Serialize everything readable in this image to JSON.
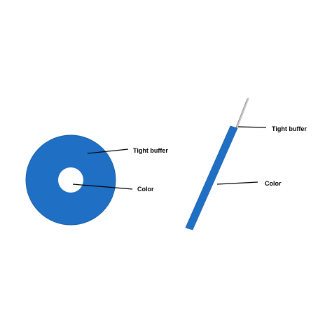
{
  "colors": {
    "fiber_blue": "#1f6fc4",
    "fiber_blue_dark": "#1d5fa8",
    "core_white": "#ffffff",
    "leader_line": "#000000"
  },
  "cross_section": {
    "labels": {
      "buffer": "Tight buffer",
      "color": "Color"
    }
  },
  "side_view": {
    "labels": {
      "buffer": "Tight buffer",
      "color": "Color"
    }
  }
}
